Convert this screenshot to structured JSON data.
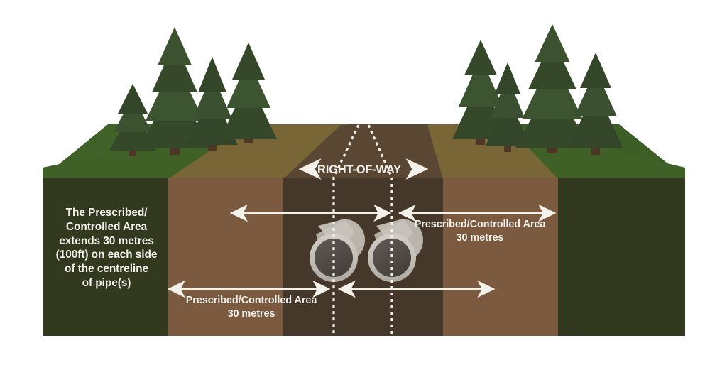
{
  "diagram": {
    "title_text": "RIGHT-OF-WAY",
    "left_note": {
      "lines": [
        "The Prescribed/",
        "Controlled Area",
        "extends 30 metres",
        "(100ft) on each side",
        "of the centreline",
        "of pipe(s)"
      ],
      "full": "The Prescribed/Controlled Area extends 30 metres (100ft) on each side of the centreline of pipe(s)"
    },
    "right_note": {
      "lines": [
        "Prescribed/Controlled Area",
        "30 metres"
      ],
      "full": "Prescribed/Controlled Area 30 metres"
    },
    "bottom_note": {
      "lines": [
        "Prescribed/Controlled Area",
        "30 metres"
      ],
      "full": "Prescribed/Controlled Area 30 metres"
    },
    "measurements": [
      {
        "name": "upper-left-span",
        "label": "30 metres"
      },
      {
        "name": "upper-right-span",
        "label": "30 metres"
      },
      {
        "name": "lower-left-span",
        "label": "30 metres"
      },
      {
        "name": "lower-right-span",
        "label": "30 metres"
      }
    ],
    "pipes": [
      {
        "name": "pipe-left",
        "centerline": true
      },
      {
        "name": "pipe-right",
        "centerline": true
      }
    ],
    "colors": {
      "background": "#ffffff",
      "band_outer_green": "#33391f",
      "band_brown": "#7b5a3f",
      "band_dark_brown": "#46372b",
      "top_grass": "#3e6027",
      "top_grass_light": "#4a6b2c",
      "top_soil": "#7b6a3c",
      "top_soil_dark": "#5c4a33",
      "tree_dark": "#2f4023",
      "tree_mid": "#3a4e28",
      "trunk": "#4d3626",
      "arrow_white": "#f4f1ea",
      "pipe_rim": "#b7b2aa",
      "pipe_body": "#cbc7bf",
      "pipe_inner": "#4f4a46",
      "text": "#f4f1ea"
    }
  }
}
